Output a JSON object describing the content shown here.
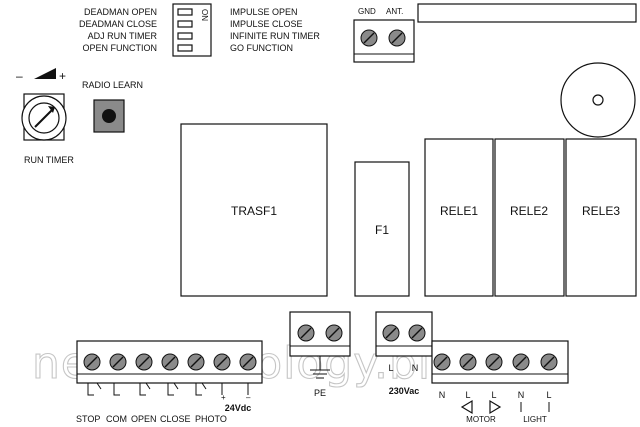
{
  "dip_switch": {
    "left_labels": [
      "DEADMAN OPEN",
      "DEADMAN CLOSE",
      "ADJ RUN TIMER",
      "OPEN FUNCTION"
    ],
    "right_labels": [
      "IMPULSE OPEN",
      "IMPULSE CLOSE",
      "INFINITE RUN TIMER",
      "GO FUNCTION"
    ],
    "on_label": "ON"
  },
  "gnd_ant": {
    "gnd_label": "GND",
    "ant_label": "ANT."
  },
  "run_timer": {
    "minus": "–",
    "plus": "+",
    "label": "RUN TIMER"
  },
  "radio_learn": {
    "label": "RADIO LEARN"
  },
  "components": {
    "transformer": "TRASF1",
    "fuse": "F1",
    "relays": [
      "RELE1",
      "RELE2",
      "RELE3"
    ]
  },
  "pe_block": {
    "label": "PE"
  },
  "mains_block": {
    "l_label": "L",
    "n_label": "N",
    "voltage": "230Vac"
  },
  "input_block": {
    "terminal_labels": [
      "STOP",
      "COM",
      "OPEN",
      "CLOSE",
      "PHOTO"
    ],
    "plus_label": "+",
    "minus_label": "–",
    "voltage": "24Vdc"
  },
  "output_block": {
    "motor_n": "N",
    "motor_l1": "L",
    "motor_l2": "L",
    "motor_label": "MOTOR",
    "light_n": "N",
    "light_l": "L",
    "light_label": "LIGHT"
  },
  "watermark": "newtechnology.biz.ua"
}
